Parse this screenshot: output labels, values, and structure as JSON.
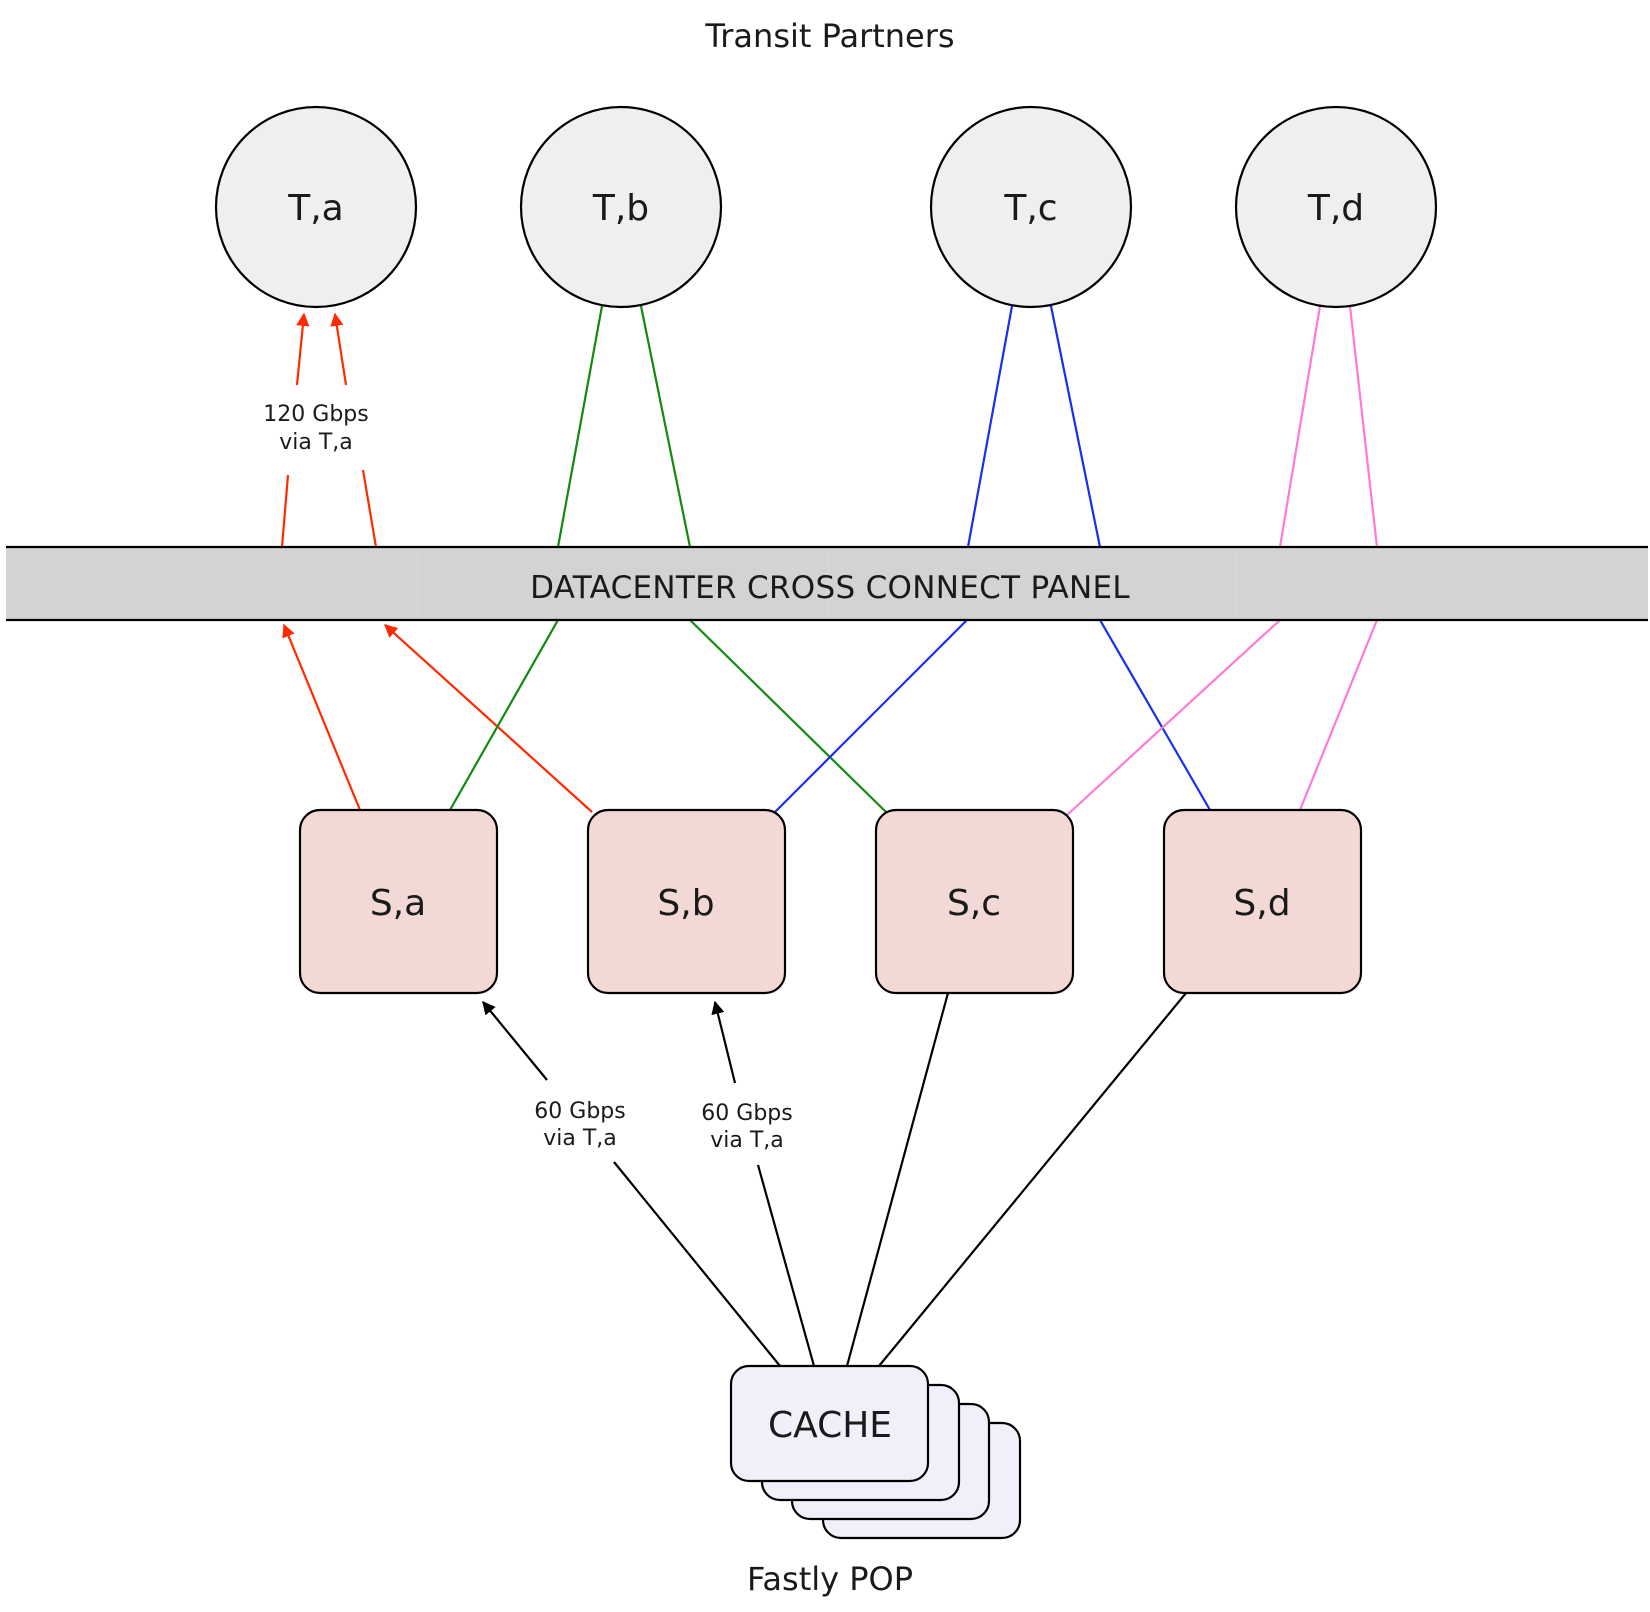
{
  "top_title": "Transit Partners",
  "bottom_title": "Fastly POP",
  "panel_label": "DATACENTER CROSS CONNECT PANEL",
  "transit": [
    {
      "label": "T,a"
    },
    {
      "label": "T,b"
    },
    {
      "label": "T,c"
    },
    {
      "label": "T,d"
    }
  ],
  "switches": [
    {
      "label": "S,a"
    },
    {
      "label": "S,b"
    },
    {
      "label": "S,c"
    },
    {
      "label": "S,d"
    }
  ],
  "cache_label": "CACHE",
  "labels": {
    "transit_flow_line1": "120 Gbps",
    "transit_flow_line2": "via T,a",
    "sa_flow_line1": "60 Gbps",
    "sa_flow_line2": "via T,a",
    "sb_flow_line1": "60 Gbps",
    "sb_flow_line2": "via T,a"
  },
  "colors": {
    "transit_fill": "#efefef",
    "switch_fill": "#f3d9d6",
    "cache_fill": "#f0effa",
    "panel_fill": "#d3d3d3",
    "link_a": "#ff2a00",
    "link_b": "#128a12",
    "link_c": "#1a2ef0",
    "link_d": "#ff7ad6",
    "link_cache": "#000000"
  }
}
